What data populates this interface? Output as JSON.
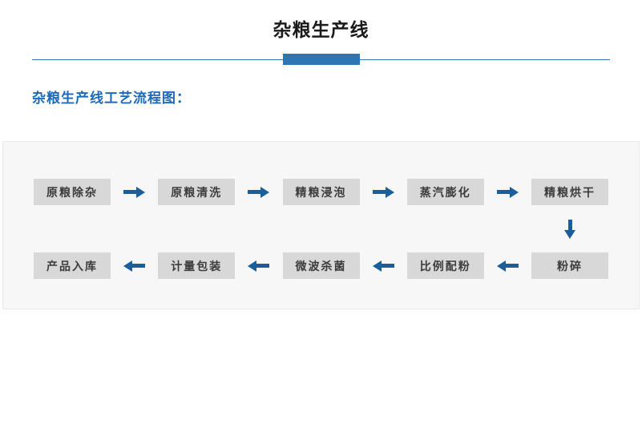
{
  "header": {
    "title": "杂粮生产线"
  },
  "section": {
    "title": "杂粮生产线工艺流程图："
  },
  "flow": {
    "row1": [
      "原粮除杂",
      "原粮清洗",
      "精粮浸泡",
      "蒸汽膨化",
      "精粮烘干"
    ],
    "row2": [
      "产品入库",
      "计量包装",
      "微波杀菌",
      "比例配粉",
      "粉碎"
    ]
  },
  "icons": {
    "arrow_right": "css-triangle-right-with-shaft",
    "arrow_left": "css-triangle-left-with-shaft",
    "arrow_down": "css-triangle-down-with-shaft"
  },
  "colors": {
    "accent_blue": "#2e75b6",
    "heading_blue": "#1c6ab8",
    "arrow_blue": "#1b5e9c",
    "box_gray": "#d8d8d8",
    "panel_gray": "#f7f7f7"
  }
}
